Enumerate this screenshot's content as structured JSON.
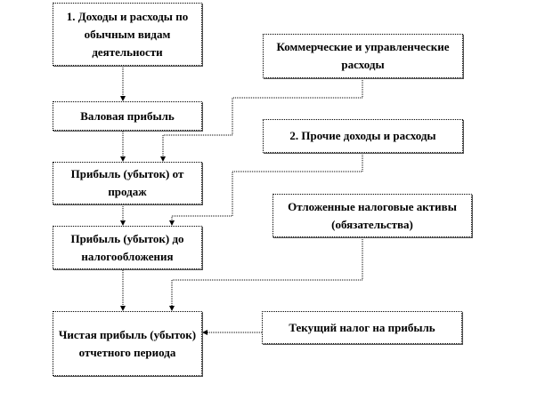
{
  "boxes": {
    "ordinary": "1. Доходы и расходы по обычным видам деятельности",
    "gross": "Валовая прибыль",
    "sales": "Прибыль (убыток) от продаж",
    "pretax": "Прибыль (убыток) до налогообложения",
    "net": "Чистая прибыль (убыток) отчетного периода",
    "commercial": "Коммерческие и управленческие расходы",
    "other": "2. Прочие доходы и расходы",
    "deferred": "Отложенные налоговые активы (обязательства)",
    "current_tax": "Текущий  налог на прибыль"
  }
}
